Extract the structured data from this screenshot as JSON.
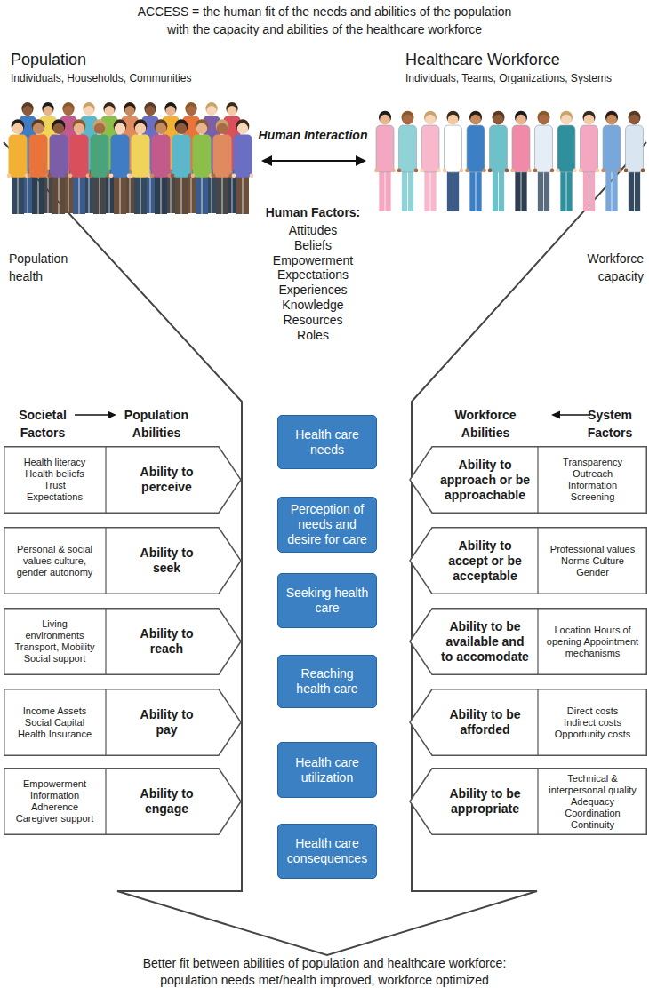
{
  "diagram": {
    "title": "ACCESS = the human fit of the needs and abilities of the population with the capacity and abilities of the healthcare workforce",
    "caption": "Better fit between abilities of population and healthcare workforce: population needs met/health improved, workforce optimized",
    "nodes": [
      {
        "text": [
          "Health care needs"
        ]
      },
      {
        "text": [
          "Perception of needs and desire for care"
        ]
      },
      {
        "text": [
          "Seeking health care"
        ]
      },
      {
        "text": [
          "Reaching health care"
        ]
      },
      {
        "text": [
          "Health care utilization"
        ]
      },
      {
        "text": [
          "Health care consequences"
        ]
      },
      {
        "text": [
          "Health literacy Health beliefs Trust Expectations",
          "Ability to perceive"
        ]
      },
      {
        "text": [
          "Personal & social values culture, gender autonomy",
          "Ability to seek"
        ]
      },
      {
        "text": [
          "Living environments Transport, Mobility Social support",
          "Ability to reach"
        ]
      },
      {
        "text": [
          "Income Assets Social Capital Health Insurance",
          "Ability to pay"
        ]
      },
      {
        "text": [
          "Empowerment Information Adherence Caregiver support",
          "Ability to engage"
        ]
      },
      {
        "text": [
          "Ability to approach or be approachable",
          "Transparency Outreach Information Screening"
        ]
      },
      {
        "text": [
          "Ability to accept or be acceptable",
          "Professional values Norms Culture Gender"
        ]
      },
      {
        "text": [
          "Ability to be available and to accomodate",
          "Location Hours of opening Appointment mechanisms"
        ]
      },
      {
        "text": [
          "Ability to be afforded",
          "Direct costs Indirect costs Opportunity costs"
        ]
      },
      {
        "text": [
          "Ability to be appropriate",
          "Technical & interpersonal quality Adequacy Coordination Continuity"
        ]
      }
    ],
    "labels": [
      "Population",
      "Individuals, Households, Communities",
      "Healthcare Workforce",
      "Individuals, Teams, Organizations, Systems",
      "Human Interaction",
      "Human Factors:",
      "Attitudes",
      "Beliefs",
      "Empowerment",
      "Expectations",
      "Experiences",
      "Knowledge",
      "Resources",
      "Roles",
      "Population health",
      "Workforce capacity",
      "Societal Factors",
      "Population Abilities",
      "Workforce Abilities",
      "System Factors"
    ]
  }
}
